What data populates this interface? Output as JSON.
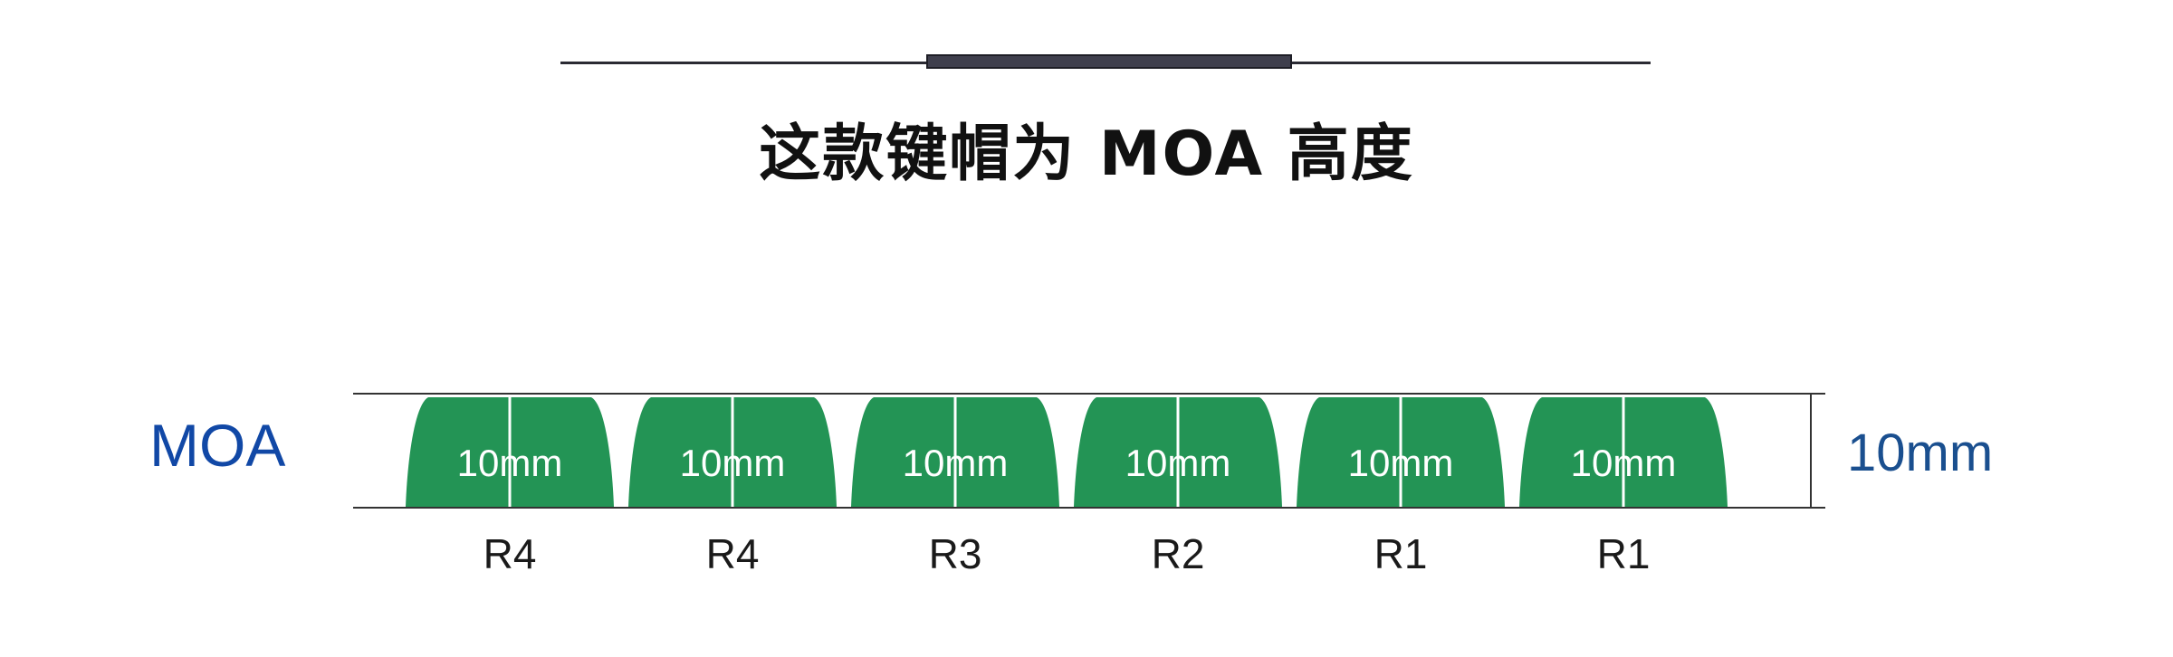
{
  "title": "这款键帽为 MOA 高度",
  "profile_label": "MOA",
  "dimension_label": "10mm",
  "keycaps": [
    {
      "row": "R4",
      "height": "10mm"
    },
    {
      "row": "R4",
      "height": "10mm"
    },
    {
      "row": "R3",
      "height": "10mm"
    },
    {
      "row": "R2",
      "height": "10mm"
    },
    {
      "row": "R1",
      "height": "10mm"
    },
    {
      "row": "R1",
      "height": "10mm"
    }
  ],
  "colors": {
    "keycap": "#239455",
    "profile_label": "#1148a6",
    "dimension_label": "#1a4f8f"
  }
}
